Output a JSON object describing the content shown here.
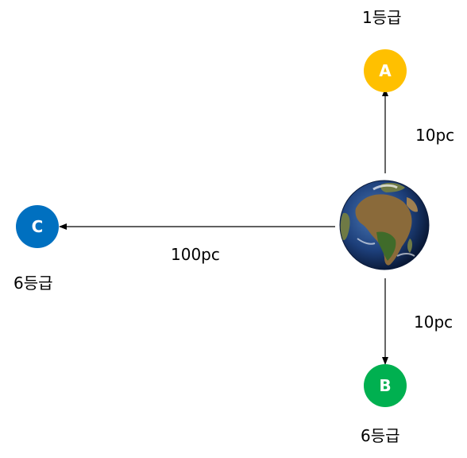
{
  "colors": {
    "star_a": "#FFC000",
    "star_b": "#00B050",
    "star_c": "#0070C0",
    "arrow": "#000000",
    "ocean": "#1d3f7a",
    "land": "#8a6a3a"
  },
  "icons": {
    "earth": "earth-globe-icon"
  },
  "stars": {
    "a": {
      "label": "A",
      "magnitude": "1등급"
    },
    "b": {
      "label": "B",
      "magnitude": "6등급"
    },
    "c": {
      "label": "C",
      "magnitude": "6등급"
    }
  },
  "distances": {
    "to_a": "10pc",
    "to_b": "10pc",
    "to_c": "100pc"
  }
}
